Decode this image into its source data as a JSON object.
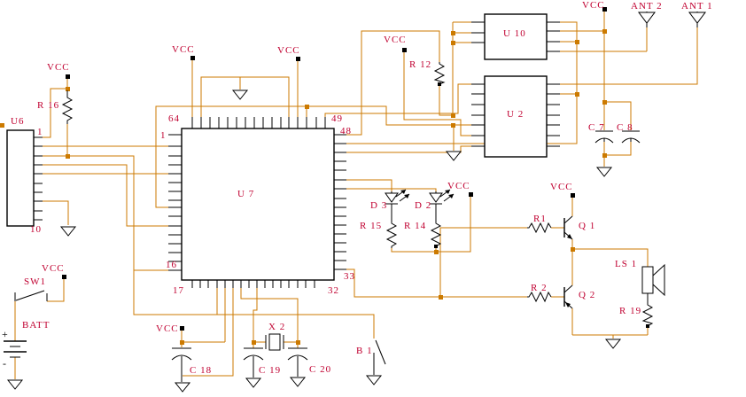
{
  "schematic": {
    "type": "circuit-schematic",
    "colors": {
      "wire": "#CC7A00",
      "label": "#C00030",
      "part": "#000000",
      "background": "#FFFFFF"
    },
    "power": {
      "vcc": "VCC",
      "plus": "+",
      "minus": "-"
    },
    "components": {
      "u6": "U6",
      "u7": "U 7",
      "u10": "U 10",
      "u2": "U 2",
      "r16": "R 16",
      "r12": "R 12",
      "r15": "R 15",
      "r14": "R 14",
      "r1": "R1",
      "r2": "R 2",
      "r19": "R 19",
      "c7": "C 7",
      "c8": "C 8",
      "c18": "C 18",
      "c19": "C 19",
      "c20": "C 20",
      "d3": "D 3",
      "d2": "D 2",
      "q1": "Q 1",
      "q2": "Q 2",
      "ls1": "LS 1",
      "sw1": "SW1",
      "batt": "BATT",
      "x2": "X 2",
      "b1": "B 1",
      "ant1": "ANT 1",
      "ant2": "ANT 2"
    },
    "pins": {
      "u6_first": "1",
      "u6_last": "10",
      "u7_64": "64",
      "u7_1": "1",
      "u7_49": "49",
      "u7_48": "48",
      "u7_16": "16",
      "u7_17": "17",
      "u7_33": "33",
      "u7_32": "32"
    }
  }
}
